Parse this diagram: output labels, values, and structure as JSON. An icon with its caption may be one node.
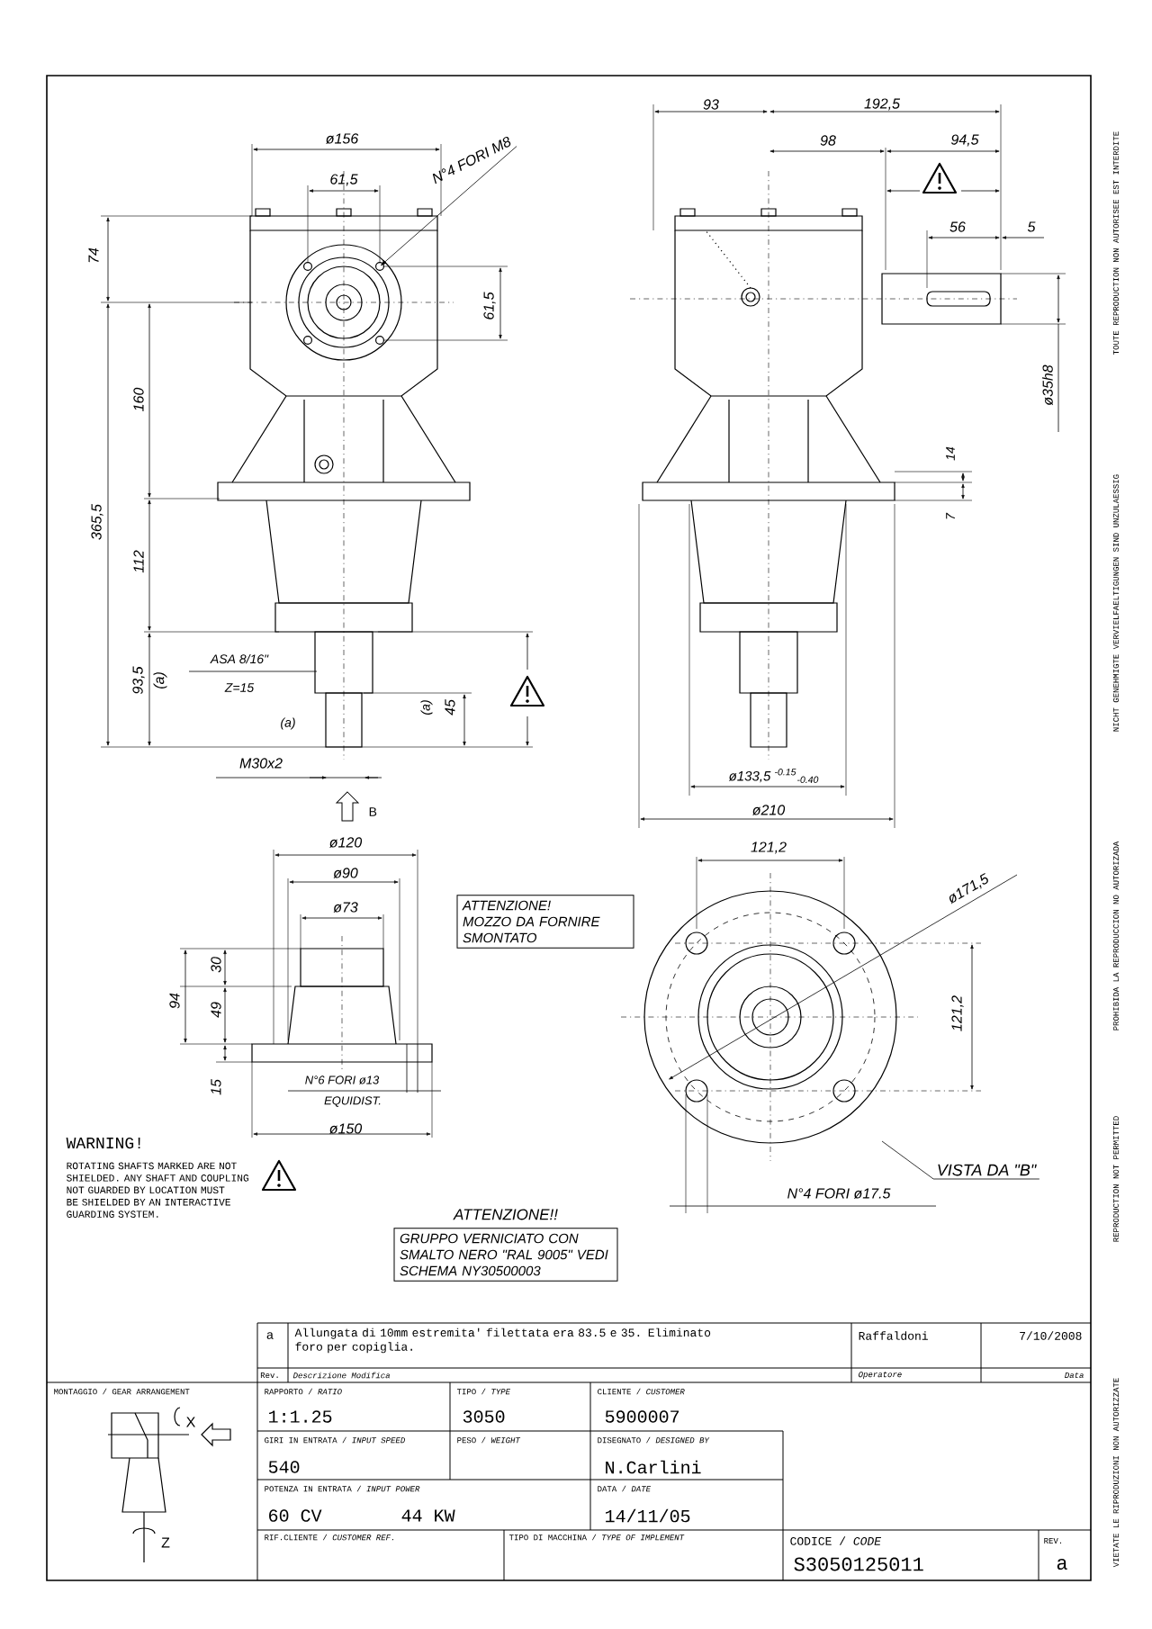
{
  "diagram": {
    "nodes": [
      {
        "text": [
          "ATTENZIONE!",
          "MOZZO DA FORNIRE SMONTATO"
        ]
      },
      {
        "text": [
          "ATTENZIONE!!",
          "GRUPPO VERNICIATO CON SMALTO NERO \"RAL 9005\" VEDI SCHEMA NY30500003"
        ]
      },
      {
        "text": [
          "N°4 FORI M8"
        ]
      },
      {
        "text": [
          "VISTA DA \"B\""
        ]
      }
    ],
    "edges": [
      {
        "from": 2,
        "to": null,
        "arrow": "to"
      },
      {
        "from": 3,
        "to": null,
        "arrow": "none"
      }
    ],
    "labels": [
      "ø156",
      "61,5",
      "74",
      "61,5",
      "160",
      "365,5",
      "112",
      "93,5",
      "(a)",
      "ASA 8/16\"",
      "Z=15",
      "(a)",
      "(a)",
      "45",
      "M30x2",
      "B",
      "93",
      "192,5",
      "98",
      "94,5",
      "56",
      "5",
      "ø35h8",
      "14",
      "7",
      "ø133,5 $^{-0.15}$$_{-0.40}$",
      "ø210",
      "ø120",
      "ø90",
      "ø73",
      "94",
      "30",
      "49",
      "15",
      "N°6 FORI ø13",
      "EQUIDIST.",
      "ø150",
      "121,2",
      "ø171,5",
      "121,2",
      "N°4 FORI ø17.5",
      "WARNING!",
      "ROTATING SHAFTS MARKED ARE NOT SHIELDED. ANY SHAFT AND COUPLING NOT GUARDED BY LOCATION MUST BE SHIELDED BY AN INTERACTIVE GUARDING SYSTEM.",
      "a",
      "Allungata di 10mm estremita' filettata era 83.5 e 35. Eliminato foro per copiglia.",
      "Raffaldoni",
      "7/10/2008",
      "Rev.",
      "*Descrizione Modifica*",
      "*Operatore*",
      "*Data*",
      "MONTAGGIO / GEAR ARRANGEMENT",
      "RAPPORTO / *RATIO*",
      "1:1.25",
      "TIPO / *TYPE*",
      "3050",
      "CLIENTE / *CUSTOMER*",
      "5900007",
      "GIRI IN ENTRATA / *INPUT SPEED*",
      "540",
      "PESO / *WEIGHT*",
      "DISEGNATO / *DESIGNED BY*",
      "N.Carlini",
      "POTENZA IN ENTRATA / *INPUT POWER*",
      "60 CV",
      "44 KW",
      "DATA / *DATE*",
      "14/11/05",
      "RIF.CLIENTE / *CUSTOMER REF.*",
      "TIPO DI MACCHINA / *TYPE OF IMPLEMENT*",
      "CODICE / *CODE*",
      "S3050125011",
      "REV.",
      "a",
      "X",
      "Z",
      "VIETATE LE RIPRODUZIONI NON AUTORIZZATE",
      "REPRODUCTION NOT PERMITTED",
      "PROHIBIDA LA REPRODUCCION NO AUTORIZADA",
      "NICHT GENEHMIGTE VERVIELFAELTIGUNGEN SIND UNZULAESSIG",
      "TOUTE REPRODUCTION NON AUTORISEE EST INTERDITE"
    ]
  }
}
